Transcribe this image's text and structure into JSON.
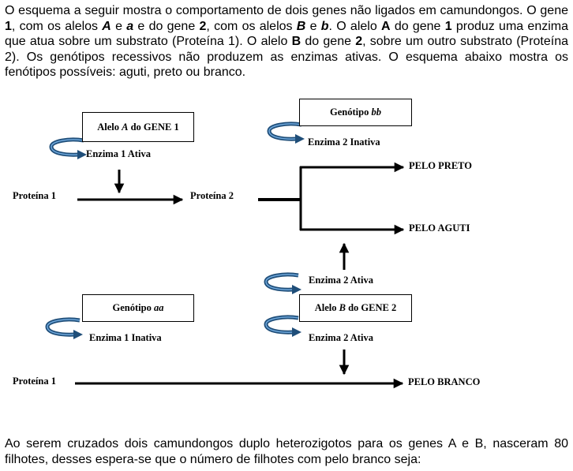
{
  "intro": {
    "runs": [
      {
        "t": "O esquema a seguir mostra o comportamento de dois genes não ligados em camundongos. O gene "
      },
      {
        "t": "1",
        "b": true
      },
      {
        "t": ", com os alelos "
      },
      {
        "t": "A",
        "b": true,
        "i": true
      },
      {
        "t": " e "
      },
      {
        "t": "a",
        "b": true,
        "i": true
      },
      {
        "t": " e do gene "
      },
      {
        "t": "2",
        "b": true
      },
      {
        "t": ", com os alelos "
      },
      {
        "t": "B",
        "b": true,
        "i": true
      },
      {
        "t": " e "
      },
      {
        "t": "b",
        "b": true,
        "i": true
      },
      {
        "t": ". O alelo "
      },
      {
        "t": "A",
        "b": true
      },
      {
        "t": " do gene "
      },
      {
        "t": "1",
        "b": true
      },
      {
        "t": " produz uma enzima que atua sobre um substrato (Proteína 1). O alelo "
      },
      {
        "t": "B",
        "b": true
      },
      {
        "t": " do gene "
      },
      {
        "t": "2",
        "b": true
      },
      {
        "t": ", sobre um outro substrato (Proteína 2). Os genótipos recessivos não produzem as enzimas ativas. O esquema abaixo mostra os fenótipos possíveis: aguti, preto ou branco."
      }
    ]
  },
  "diagram": {
    "box_alelo_a": {
      "pre": "Alelo ",
      "allele": "A",
      "post": " do GENE 1"
    },
    "box_genotipo_bb": {
      "pre": "Genótipo ",
      "allele": "bb"
    },
    "box_genotipo_aa": {
      "pre": "Genótipo ",
      "allele": "aa"
    },
    "box_alelo_b": {
      "pre": "Alelo ",
      "allele": "B",
      "post": " do GENE 2"
    },
    "enzima1_ativa": "Enzima 1 Ativa",
    "enzima2_inativa": "Enzima 2 Inativa",
    "enzima1_inativa": "Enzima 1 Inativa",
    "enzima2_ativa_top": "Enzima 2 Ativa",
    "enzima2_ativa_bottom": "Enzima 2 Ativa",
    "proteina1_top": "Proteína 1",
    "proteina2": "Proteína 2",
    "proteina1_bottom": "Proteína 1",
    "pelo_preto": "PELO PRETO",
    "pelo_aguti": "PELO AGUTI",
    "pelo_branco": "PELO BRANCO"
  },
  "question": "Ao serem cruzados dois camundongos duplo heterozigotos para os genes A e B, nasceram 80 filhotes, desses espera-se que o número de filhotes com pelo branco seja:",
  "colors": {
    "curl_arrow": "#1f4e79",
    "curl_arrow_light": "#6fa8dc",
    "text": "#000000"
  }
}
